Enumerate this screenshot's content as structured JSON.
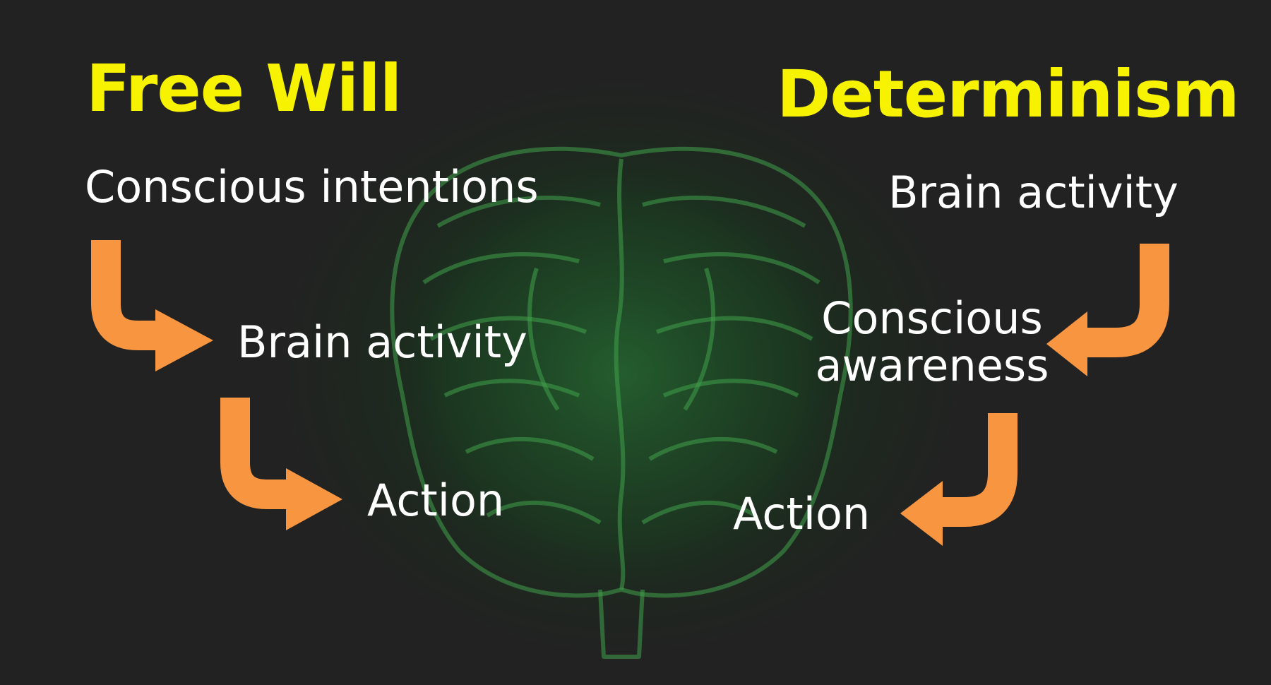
{
  "free_will": {
    "title": "Free Will",
    "steps": [
      "Conscious intentions",
      "Brain activity",
      "Action"
    ]
  },
  "determinism": {
    "title": "Determinism",
    "steps": [
      "Brain activity",
      "Conscious awareness",
      "Action"
    ]
  },
  "colors": {
    "title": "#f7f200",
    "text": "#ffffff",
    "arrow": "#f79540",
    "background": "#222222",
    "brain": "#3fa04a"
  }
}
